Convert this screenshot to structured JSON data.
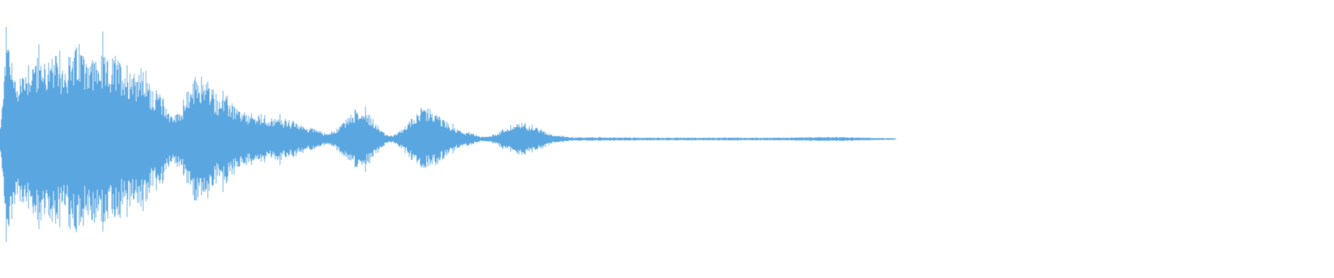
{
  "waveform": {
    "color": "#5aa6e0",
    "background": "#ffffff",
    "duration_fraction_with_signal": 0.545,
    "envelope_peaks": [
      {
        "at": 0.0,
        "level": 0.1
      },
      {
        "at": 0.005,
        "level": 0.95
      },
      {
        "at": 0.012,
        "level": 0.55
      },
      {
        "at": 0.025,
        "level": 0.72
      },
      {
        "at": 0.045,
        "level": 0.7
      },
      {
        "at": 0.06,
        "level": 0.8
      },
      {
        "at": 0.075,
        "level": 0.7
      },
      {
        "at": 0.09,
        "level": 0.68
      },
      {
        "at": 0.105,
        "level": 0.62
      },
      {
        "at": 0.118,
        "level": 0.42
      },
      {
        "at": 0.13,
        "level": 0.22
      },
      {
        "at": 0.15,
        "level": 0.55
      },
      {
        "at": 0.165,
        "level": 0.38
      },
      {
        "at": 0.185,
        "level": 0.22
      },
      {
        "at": 0.21,
        "level": 0.18
      },
      {
        "at": 0.235,
        "level": 0.1
      },
      {
        "at": 0.245,
        "level": 0.05
      },
      {
        "at": 0.27,
        "level": 0.26
      },
      {
        "at": 0.293,
        "level": 0.03
      },
      {
        "at": 0.318,
        "level": 0.26
      },
      {
        "at": 0.35,
        "level": 0.06
      },
      {
        "at": 0.362,
        "level": 0.02
      },
      {
        "at": 0.392,
        "level": 0.14
      },
      {
        "at": 0.42,
        "level": 0.03
      },
      {
        "at": 0.43,
        "level": 0.015
      },
      {
        "at": 0.5,
        "level": 0.012
      },
      {
        "at": 0.58,
        "level": 0.012
      },
      {
        "at": 0.62,
        "level": 0.018
      },
      {
        "at": 0.67,
        "level": 0.008
      },
      {
        "at": 0.672,
        "level": 0.0
      }
    ]
  }
}
